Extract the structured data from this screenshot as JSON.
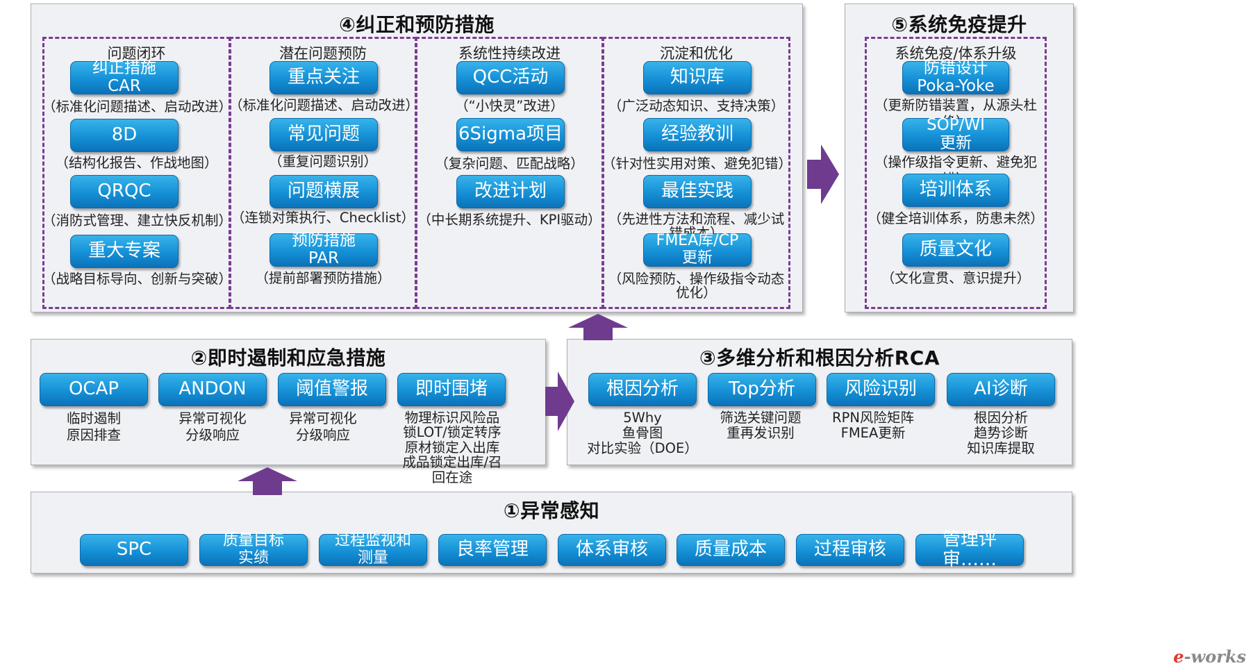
{
  "sec4": {
    "title": "④纠正和预防措施",
    "columns": [
      {
        "title": "问题闭环",
        "items": [
          {
            "label": "纠正措施\nCAR",
            "caption": "（标准化问题描述、启动改进）"
          },
          {
            "label": "8D",
            "caption": "（结构化报告、作战地图）"
          },
          {
            "label": "QRQC",
            "caption": "（消防式管理、建立快反机制）"
          },
          {
            "label": "重大专案",
            "caption": "（战略目标导向、创新与突破）"
          }
        ]
      },
      {
        "title": "潜在问题预防",
        "items": [
          {
            "label": "重点关注",
            "caption": "（标准化问题描述、启动改进）"
          },
          {
            "label": "常见问题",
            "caption": "（重复问题识别）"
          },
          {
            "label": "问题横展",
            "caption": "（连锁对策执行、Checklist）"
          },
          {
            "label": "预防措施\nPAR",
            "caption": "（提前部署预防措施）"
          }
        ]
      },
      {
        "title": "系统性持续改进",
        "items": [
          {
            "label": "QCC活动",
            "caption": "（“小快灵”改进）"
          },
          {
            "label": "6Sigma项目",
            "caption": "（复杂问题、匹配战略）"
          },
          {
            "label": "改进计划",
            "caption": "（中长期系统提升、KPI驱动）"
          }
        ]
      },
      {
        "title": "沉淀和优化",
        "items": [
          {
            "label": "知识库",
            "caption": "（广泛动态知识、支持决策）"
          },
          {
            "label": "经验教训",
            "caption": "（针对性实用对策、避免犯错）"
          },
          {
            "label": "最佳实践",
            "caption": "（先进性方法和流程、减少试\n错成本）"
          },
          {
            "label": "FMEA库/CP\n更新",
            "caption": "（风险预防、操作级指令动态\n优化）"
          }
        ]
      }
    ]
  },
  "sec5": {
    "title": "⑤系统免疫提升",
    "column_title": "系统免疫/体系升级",
    "items": [
      {
        "label": "防错设计\nPoka-Yoke",
        "caption": "（更新防错装置，从源头杜绝）"
      },
      {
        "label": "SOP/WI\n更新",
        "caption": "（操作级指令更新、避免犯错）"
      },
      {
        "label": "培训体系",
        "caption": "（健全培训体系，防患未然）"
      },
      {
        "label": "质量文化",
        "caption": "（文化宣贯、意识提升）"
      }
    ]
  },
  "sec2": {
    "title": "②即时遏制和应急措施",
    "items": [
      {
        "label": "OCAP",
        "caption": "临时遏制\n原因排查"
      },
      {
        "label": "ANDON",
        "caption": "异常可视化\n分级响应"
      },
      {
        "label": "阈值警报",
        "caption": "异常可视化\n分级响应"
      },
      {
        "label": "即时围堵",
        "caption": "物理标识风险品\n锁LOT/锁定转序\n原材锁定入出库\n成品锁定出库/召\n回在途"
      }
    ]
  },
  "sec3": {
    "title": "③多维分析和根因分析RCA",
    "items": [
      {
        "label": "根因分析",
        "caption": "5Why\n鱼骨图\n对比实验（DOE）"
      },
      {
        "label": "Top分析",
        "caption": "筛选关键问题\n重再发识别"
      },
      {
        "label": "风险识别",
        "caption": "RPN风险矩阵\nFMEA更新"
      },
      {
        "label": "AI诊断",
        "caption": "根因分析\n趋势诊断\n知识库提取"
      }
    ]
  },
  "sec1": {
    "title": "①异常感知",
    "items": [
      "SPC",
      "质量目标\n实绩",
      "过程监视和\n测量",
      "良率管理",
      "体系审核",
      "质量成本",
      "过程审核",
      "管理评审……"
    ]
  },
  "logo": {
    "prefix": "e",
    "text": "-works"
  },
  "colors": {
    "arrow": "#6f3b8f",
    "dash": "#7a3b93",
    "button_top": "#38b3ea",
    "button_bottom": "#0b72b8",
    "panel": "#f0f1f4"
  }
}
